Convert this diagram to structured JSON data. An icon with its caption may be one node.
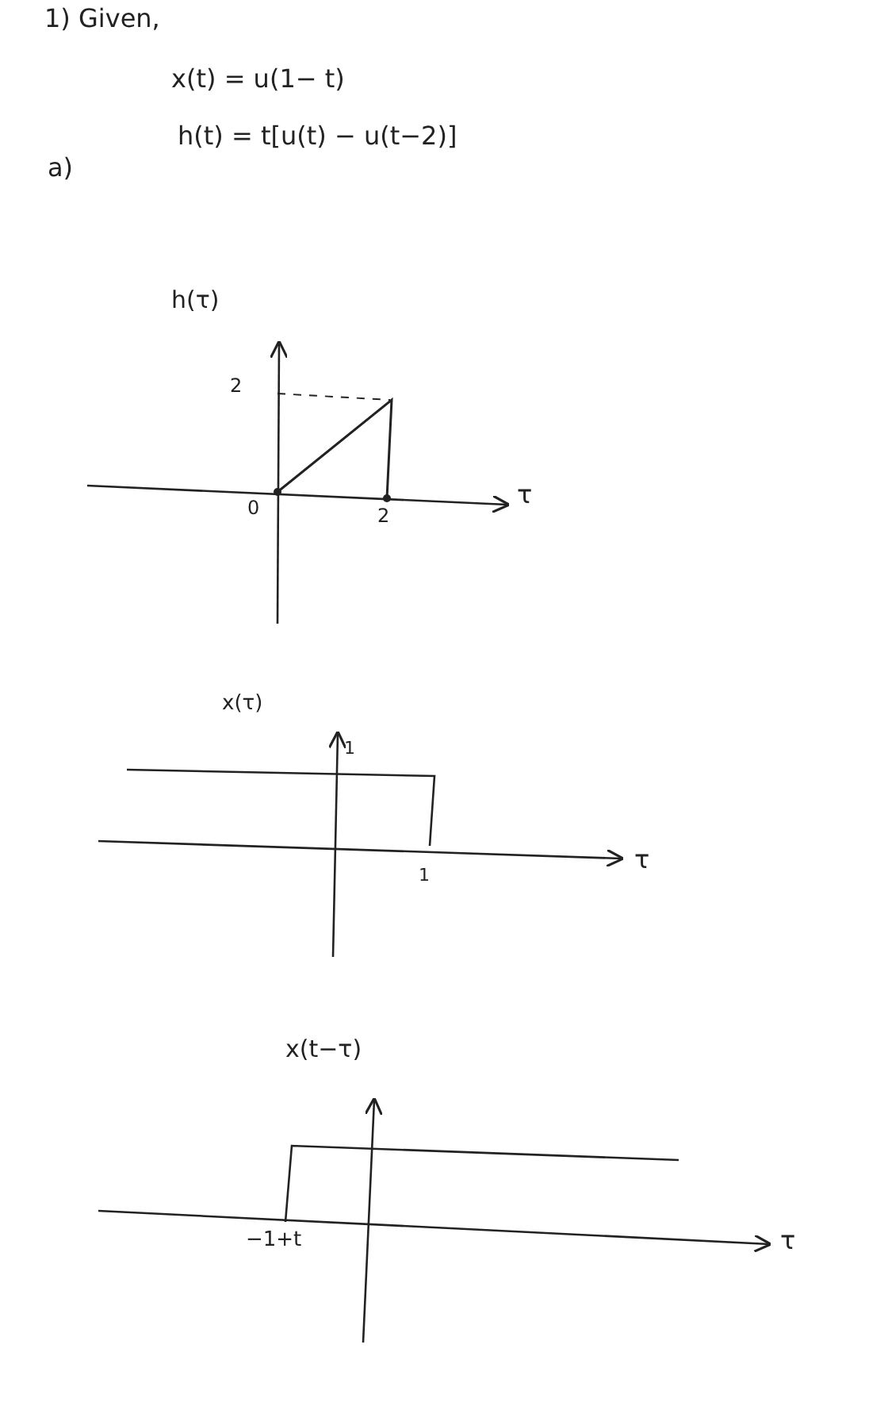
{
  "diagram": {
    "labels": [
      "1) Given,",
      "x(t) = u(1− t)",
      "h(t) = t[u(t) − u(t−2)]",
      "a)",
      "h(τ)",
      "2",
      "0",
      "2",
      "τ",
      "x(τ)",
      "1",
      "1",
      "τ",
      "x(t−τ)",
      "−1+t",
      "τ"
    ]
  }
}
